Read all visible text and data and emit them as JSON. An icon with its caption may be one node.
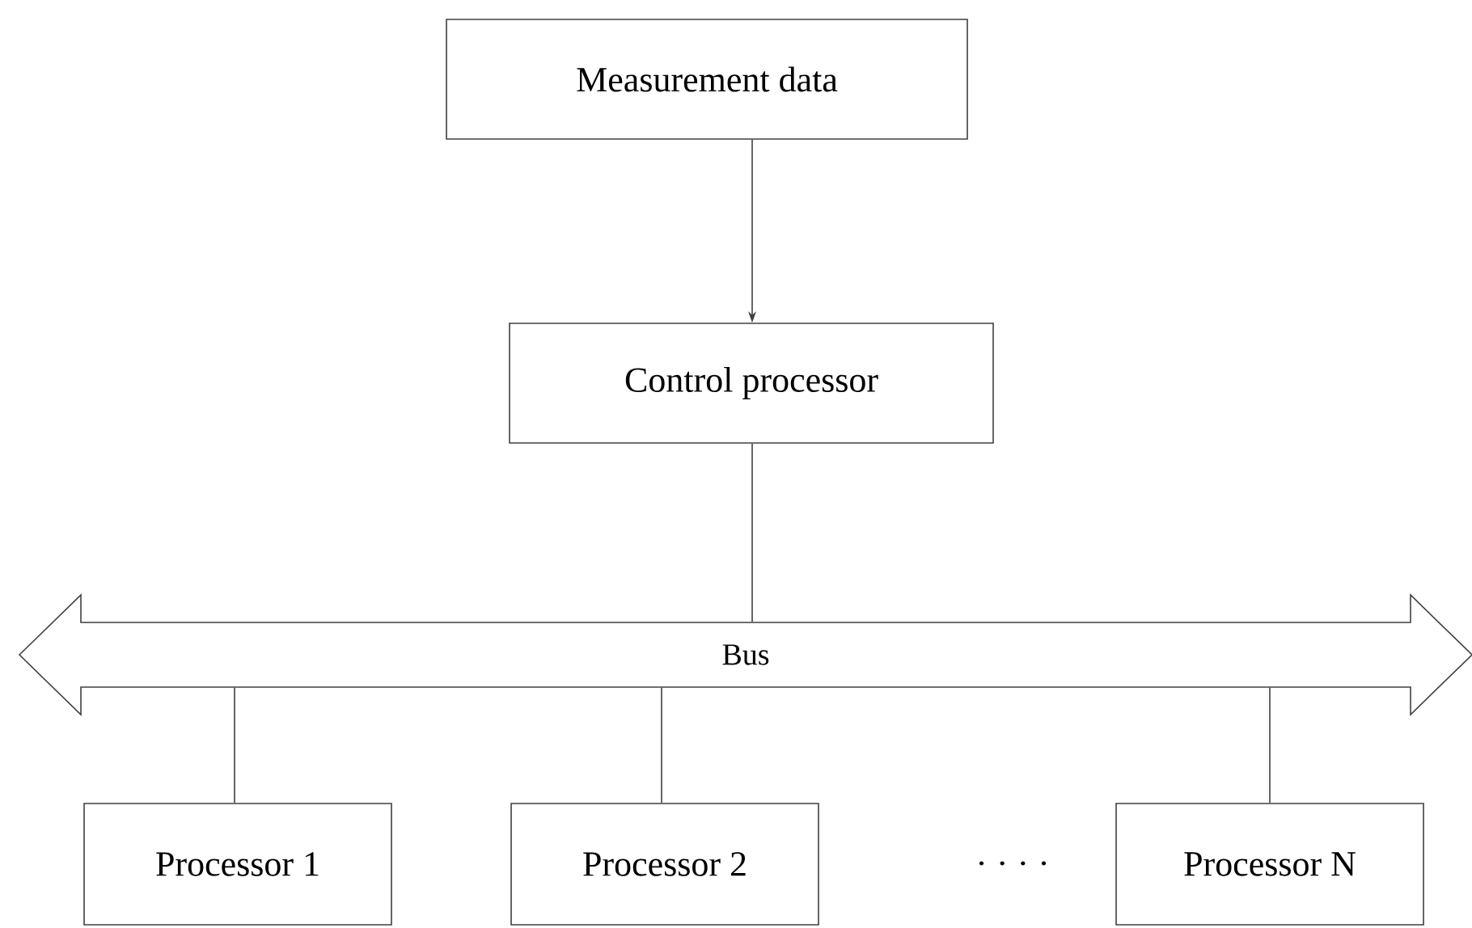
{
  "diagram": {
    "nodes": [
      {
        "text": [
          "Measurement data"
        ]
      },
      {
        "text": [
          "Control processor"
        ]
      },
      {
        "text": [
          "Bus"
        ]
      },
      {
        "text": [
          "Processor 1"
        ]
      },
      {
        "text": [
          "Processor 2"
        ]
      },
      {
        "text": [
          "Processor N"
        ]
      }
    ],
    "edges": [
      {
        "from": 0,
        "to": 1,
        "arrow": "to"
      },
      {
        "from": 1,
        "to": 2,
        "arrow": "none"
      },
      {
        "from": 2,
        "to": 3,
        "arrow": "none"
      },
      {
        "from": 2,
        "to": 4,
        "arrow": "none"
      },
      {
        "from": 2,
        "to": 5,
        "arrow": "none"
      }
    ],
    "labels": [
      "· · · ·"
    ]
  }
}
